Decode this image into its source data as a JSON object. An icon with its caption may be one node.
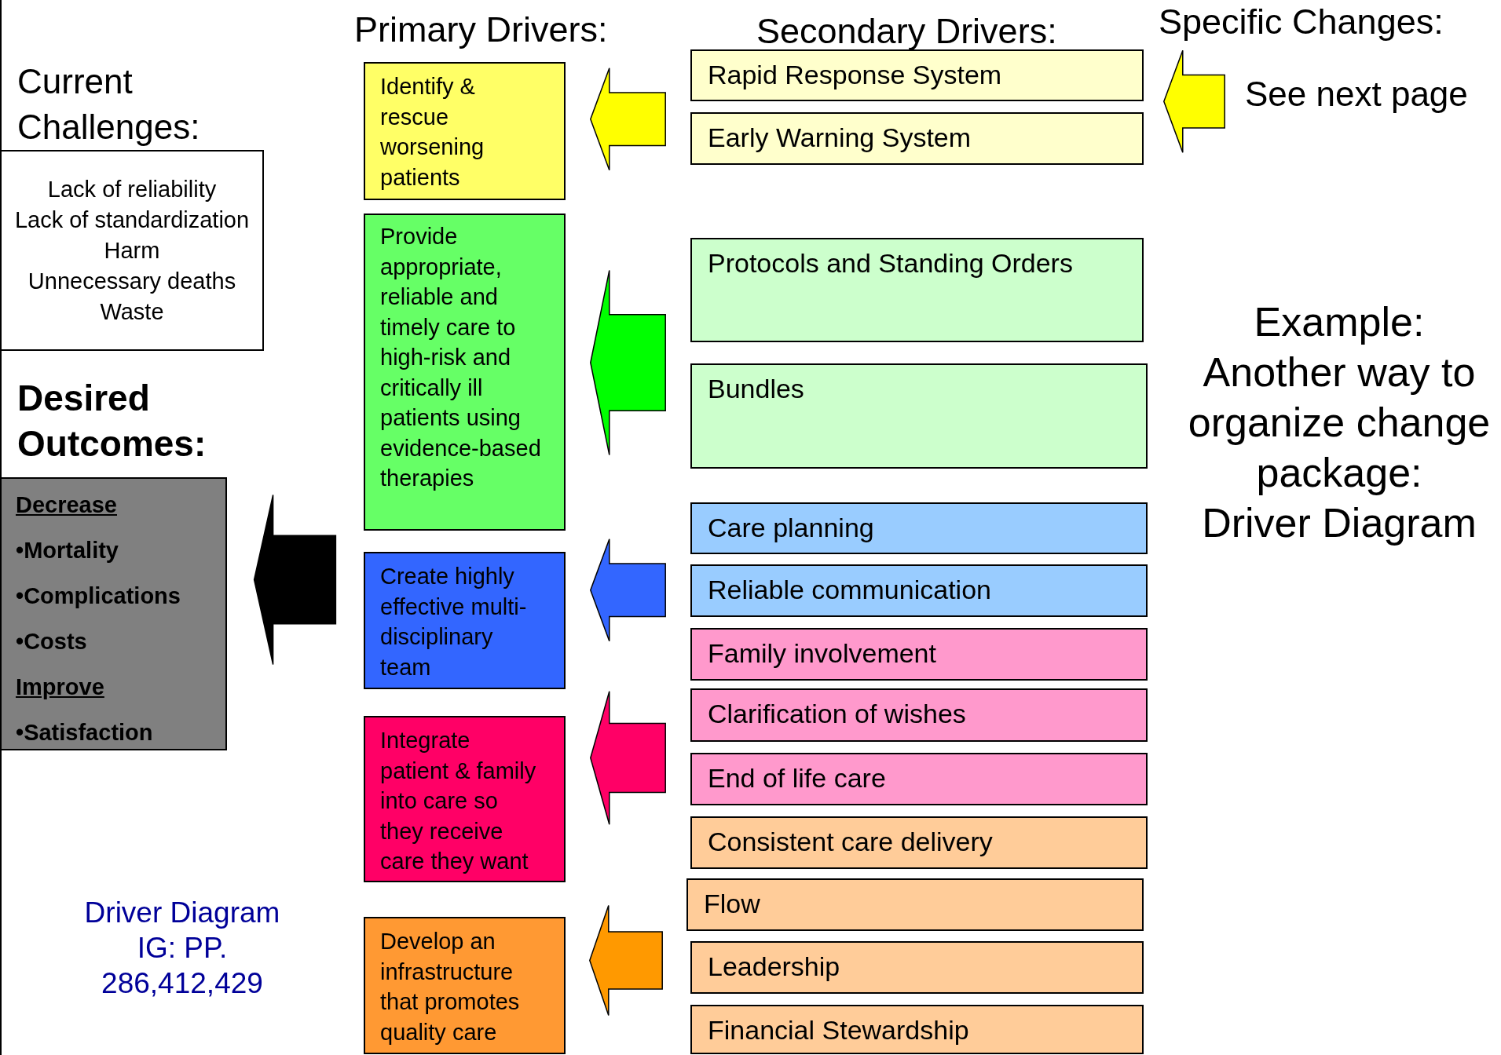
{
  "diagram": {
    "nodes": [
      {
        "text": [
          "Current Challenges:",
          "Lack of reliability",
          "Lack of standardization",
          "Harm",
          "Unnecessary deaths",
          "Waste"
        ]
      },
      {
        "text": [
          "Desired Outcomes:",
          "Decrease",
          "•Mortality",
          "•Complications",
          "•Costs",
          "Improve",
          "•Satisfaction"
        ]
      },
      {
        "text": [
          "Identify & rescue worsening patients"
        ]
      },
      {
        "text": [
          "Provide appropriate, reliable and timely care to high-risk and critically ill patients using evidence-based therapies"
        ]
      },
      {
        "text": [
          "Create highly effective multi-disciplinary team"
        ]
      },
      {
        "text": [
          "Integrate patient & family into care so they receive care they want"
        ]
      },
      {
        "text": [
          "Develop an infrastructure that promotes quality care"
        ]
      },
      {
        "text": [
          "Rapid Response System"
        ]
      },
      {
        "text": [
          "Early Warning System"
        ]
      },
      {
        "text": [
          "Protocols and Standing Orders"
        ]
      },
      {
        "text": [
          "Bundles"
        ]
      },
      {
        "text": [
          "Care planning"
        ]
      },
      {
        "text": [
          "Reliable communication"
        ]
      },
      {
        "text": [
          "Family involvement"
        ]
      },
      {
        "text": [
          "Clarification of wishes"
        ]
      },
      {
        "text": [
          "End of life care"
        ]
      },
      {
        "text": [
          "Consistent care delivery"
        ]
      },
      {
        "text": [
          "Flow"
        ]
      },
      {
        "text": [
          "Leadership"
        ]
      },
      {
        "text": [
          "Financial Stewardship"
        ]
      },
      {
        "text": [
          "See next page"
        ]
      }
    ],
    "edges": [
      {
        "from": null,
        "to": 1,
        "arrow": "to",
        "color": "#000000"
      },
      {
        "from": 7,
        "to": 2,
        "arrow": "to",
        "color": "#ffff00"
      },
      {
        "from": 8,
        "to": 2,
        "arrow": "to",
        "color": "#ffff00"
      },
      {
        "from": 9,
        "to": 3,
        "arrow": "to",
        "color": "#00ff00"
      },
      {
        "from": 10,
        "to": 3,
        "arrow": "to",
        "color": "#00ff00"
      },
      {
        "from": 11,
        "to": 4,
        "arrow": "to",
        "color": "#3366ff"
      },
      {
        "from": 12,
        "to": 4,
        "arrow": "to",
        "color": "#3366ff"
      },
      {
        "from": 13,
        "to": 5,
        "arrow": "to",
        "color": "#ff0066"
      },
      {
        "from": 14,
        "to": 5,
        "arrow": "to",
        "color": "#ff0066"
      },
      {
        "from": 15,
        "to": 5,
        "arrow": "to",
        "color": "#ff0066"
      },
      {
        "from": 16,
        "to": 6,
        "arrow": "to",
        "color": "#ff9900"
      },
      {
        "from": 17,
        "to": 6,
        "arrow": "to",
        "color": "#ff9900"
      },
      {
        "from": 18,
        "to": 6,
        "arrow": "to",
        "color": "#ff9900"
      },
      {
        "from": 19,
        "to": 6,
        "arrow": "to",
        "color": "#ff9900"
      },
      {
        "from": 20,
        "to": 7,
        "arrow": "to",
        "color": "#ffff00"
      },
      {
        "from": 20,
        "to": 8,
        "arrow": "to",
        "color": "#ffff00"
      }
    ],
    "labels": [
      "Primary Drivers:",
      "Secondary Drivers:",
      "Specific Changes:",
      "Example:",
      "Another way to organize change package:",
      "Driver Diagram",
      "Driver Diagram IG: PP. 286,412,429"
    ]
  }
}
